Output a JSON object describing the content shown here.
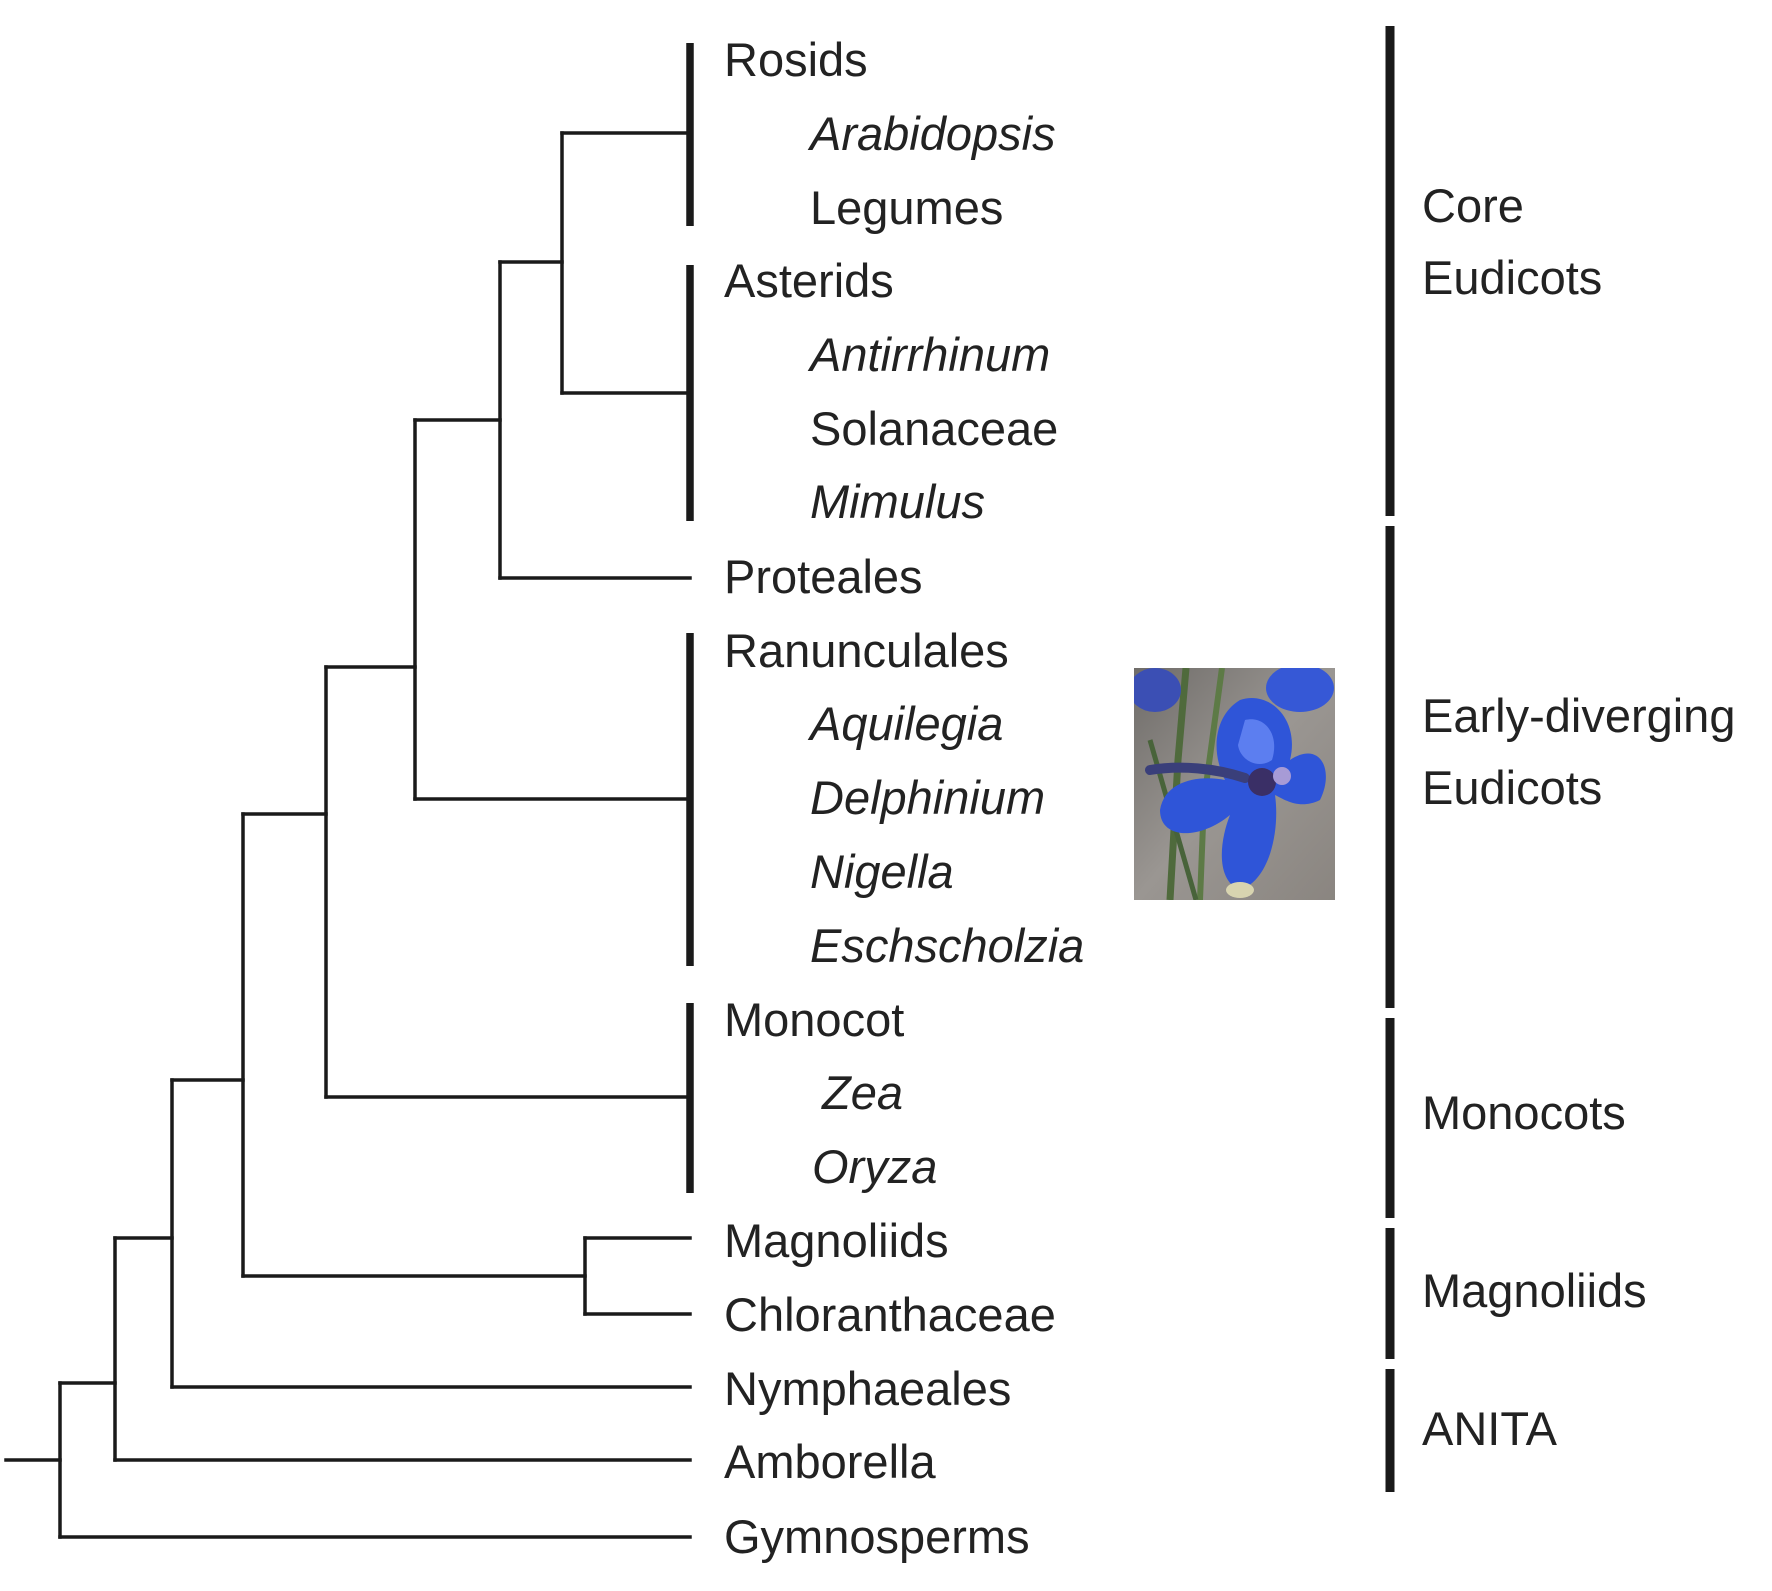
{
  "tree": {
    "taxa": [
      {
        "label": "Rosids",
        "italic": false
      },
      {
        "label": "Arabidopsis",
        "italic": true
      },
      {
        "label": "Legumes",
        "italic": false
      },
      {
        "label": "Asterids",
        "italic": false
      },
      {
        "label": "Antirrhinum",
        "italic": true
      },
      {
        "label": "Solanaceae",
        "italic": false
      },
      {
        "label": "Mimulus",
        "italic": true
      },
      {
        "label": "Proteales",
        "italic": false
      },
      {
        "label": "Ranunculales",
        "italic": false
      },
      {
        "label": "Aquilegia",
        "italic": true
      },
      {
        "label": "Delphinium",
        "italic": true
      },
      {
        "label": "Nigella",
        "italic": true
      },
      {
        "label": "Eschscholzia",
        "italic": true
      },
      {
        "label": "Monocot",
        "italic": false
      },
      {
        "label": "Zea",
        "italic": true
      },
      {
        "label": "Oryza",
        "italic": true
      },
      {
        "label": "Magnoliids",
        "italic": false
      },
      {
        "label": "Chloranthaceae",
        "italic": false
      },
      {
        "label": "Nymphaeales",
        "italic": false
      },
      {
        "label": "Amborella",
        "italic": false
      },
      {
        "label": "Gymnosperms",
        "italic": false
      }
    ]
  },
  "groups": [
    {
      "id": "core-eudicots",
      "lines": [
        "Core",
        "Eudicots"
      ]
    },
    {
      "id": "early-diverging-eudicots",
      "lines": [
        "Early-diverging",
        "Eudicots"
      ]
    },
    {
      "id": "monocots",
      "lines": [
        "Monocots"
      ]
    },
    {
      "id": "magnoliids",
      "lines": [
        "Magnoliids"
      ]
    },
    {
      "id": "anita",
      "lines": [
        "ANITA"
      ]
    }
  ],
  "photo": {
    "subject": "delphinium-flower-photo",
    "colors": {
      "petal": "#2f55d8",
      "petal_light": "#5c7ef0",
      "stem": "#4f6a3c",
      "background": "#8e8a86"
    }
  }
}
